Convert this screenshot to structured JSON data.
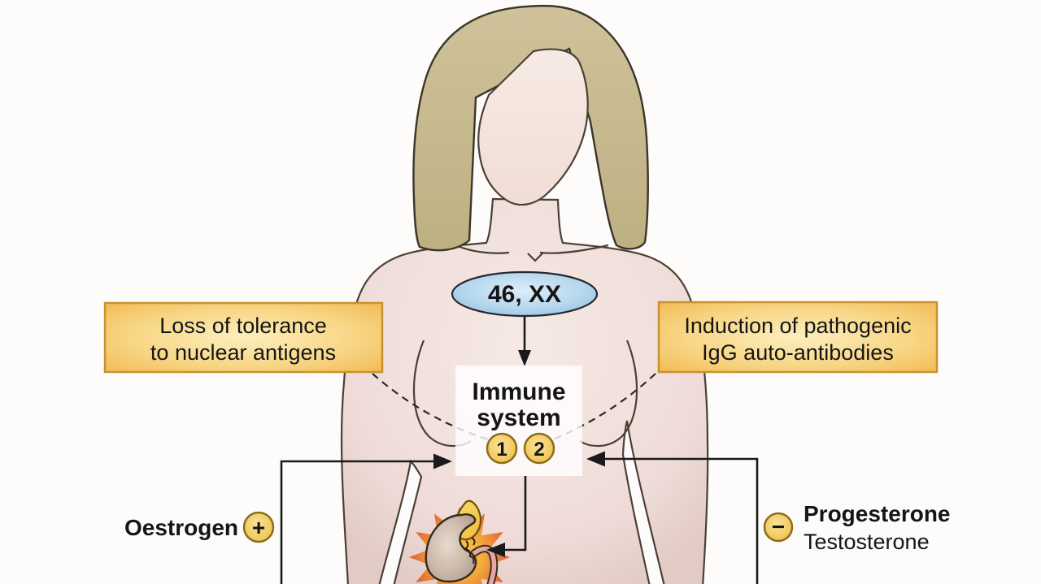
{
  "figure_type": "medical-diagram",
  "karyotype": {
    "label": "46, XX"
  },
  "boxes": {
    "left": {
      "line1": "Loss of tolerance",
      "line2": "to nuclear antigens"
    },
    "right": {
      "line1": "Induction of pathogenic",
      "line2": "IgG auto-antibodies"
    }
  },
  "immune_box": {
    "line1": "Immune",
    "line2": "system",
    "marker1": "1",
    "marker2": "2"
  },
  "hormones": {
    "left": {
      "label": "Oestrogen",
      "sign": "+"
    },
    "right": {
      "label_bold": "Progesterone",
      "label_regular": "Testosterone",
      "sign": "−"
    }
  },
  "icons": {
    "starburst": "inflammation-starburst",
    "kidney": "kidney",
    "adrenal": "adrenal-gland",
    "ureter": "ureter"
  },
  "colors": {
    "background": "#fdfcfb",
    "line": "#1a1a1a",
    "text": "#151515",
    "gold_box_border": "#c8922f",
    "gold_box_fill": "#f5c464",
    "blue_ellipse": "#a9cbe7",
    "circle_fill": "#f3cd67",
    "circle_border": "#8a6d1a",
    "skin": "#f1e1dd",
    "hair": "#c7ba8d",
    "star_inner": "#fcd24f",
    "star_outer": "#d95233",
    "kidney": "#cdbaab",
    "adrenal": "#f8d348",
    "ureter": "#e8a69e"
  }
}
